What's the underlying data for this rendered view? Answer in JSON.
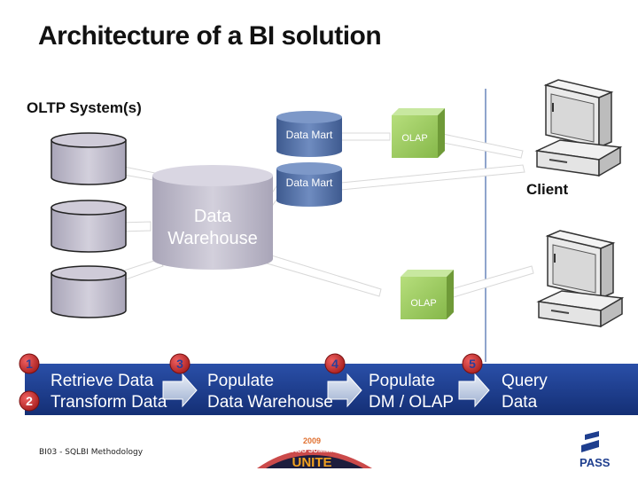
{
  "title": "Architecture of a BI solution",
  "labels": {
    "oltp": "OLTP System(s)",
    "client": "Client",
    "data_mart_1": "Data Mart",
    "data_mart_2": "Data Mart",
    "olap_1": "OLAP",
    "olap_2": "OLAP",
    "data_warehouse_line1": "Data",
    "data_warehouse_line2": "Warehouse"
  },
  "steps": {
    "numbers": [
      "1",
      "2",
      "3",
      "4",
      "5"
    ],
    "retrieve": "Retrieve Data",
    "transform": "Transform Data",
    "populate_dw_line1": "Populate",
    "populate_dw_line2": "Data Warehouse",
    "populate_dm_line1": "Populate",
    "populate_dm_line2": "DM / OLAP",
    "query_line1": "Query",
    "query_line2": "Data"
  },
  "footer": "BI03 - SQLBI Methodology",
  "logo": {
    "year": "2009",
    "line1": "PASS SUMMIT",
    "line2": "UNITE",
    "brand": "PASS"
  },
  "colors": {
    "banner": "#1f3f8f",
    "cylinder_gray": "#b9b6c4",
    "cylinder_blue": "#4e6da2",
    "olap_green": "#9ccc5c",
    "step_circle": "#c9383a",
    "step_number": "#2a3f9a"
  }
}
